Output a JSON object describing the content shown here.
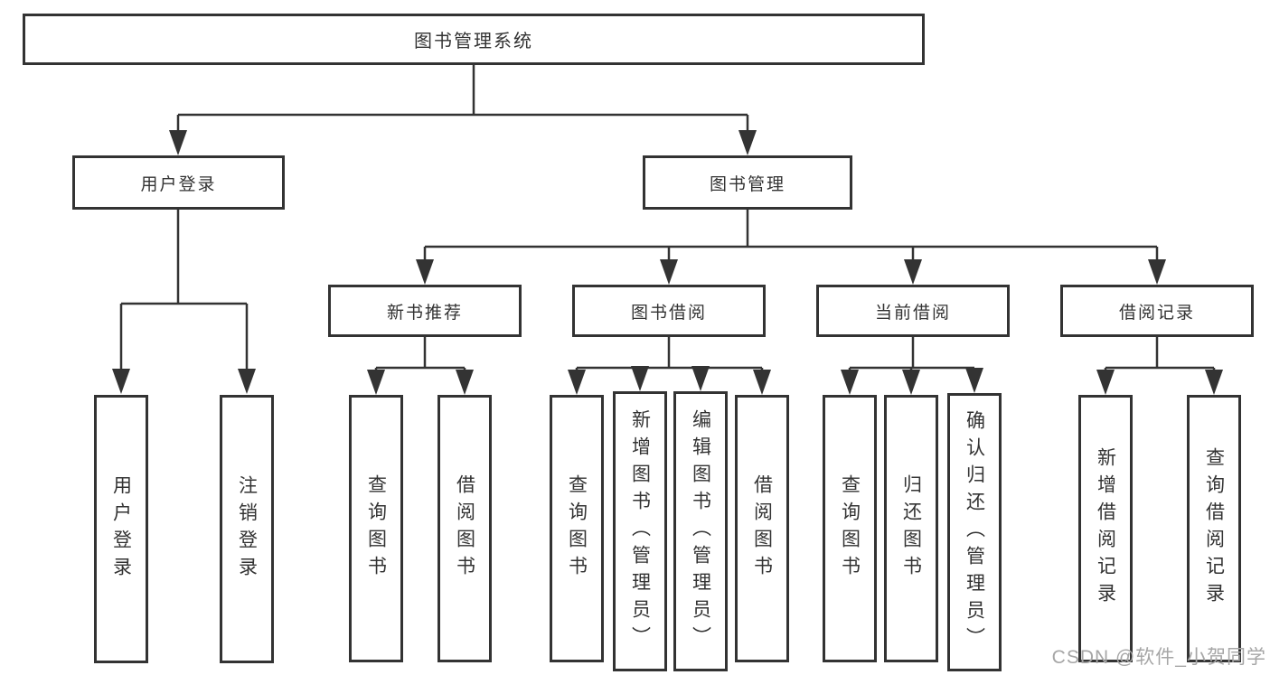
{
  "diagram": {
    "type": "functional-structure-tree",
    "colors": {
      "line": "#333333",
      "text": "#333333",
      "background": "#ffffff",
      "watermark": "#a6a6a6"
    },
    "watermark": "CSDN @软件_小贺同学",
    "tree": {
      "label": "图书管理系统",
      "children": [
        {
          "label": "用户登录",
          "children": [
            {
              "label": "用户登录"
            },
            {
              "label": "注销登录"
            }
          ]
        },
        {
          "label": "图书管理",
          "children": [
            {
              "label": "新书推荐",
              "children": [
                {
                  "label": "查询图书"
                },
                {
                  "label": "借阅图书"
                }
              ]
            },
            {
              "label": "图书借阅",
              "children": [
                {
                  "label": "查询图书"
                },
                {
                  "label": "新增图书（管理员）"
                },
                {
                  "label": "编辑图书（管理员）"
                },
                {
                  "label": "借阅图书"
                }
              ]
            },
            {
              "label": "当前借阅",
              "children": [
                {
                  "label": "查询图书"
                },
                {
                  "label": "归还图书"
                },
                {
                  "label": "确认归还（管理员）"
                }
              ]
            },
            {
              "label": "借阅记录",
              "children": [
                {
                  "label": "新增借阅记录"
                },
                {
                  "label": "查询借阅记录"
                }
              ]
            }
          ]
        }
      ]
    }
  }
}
